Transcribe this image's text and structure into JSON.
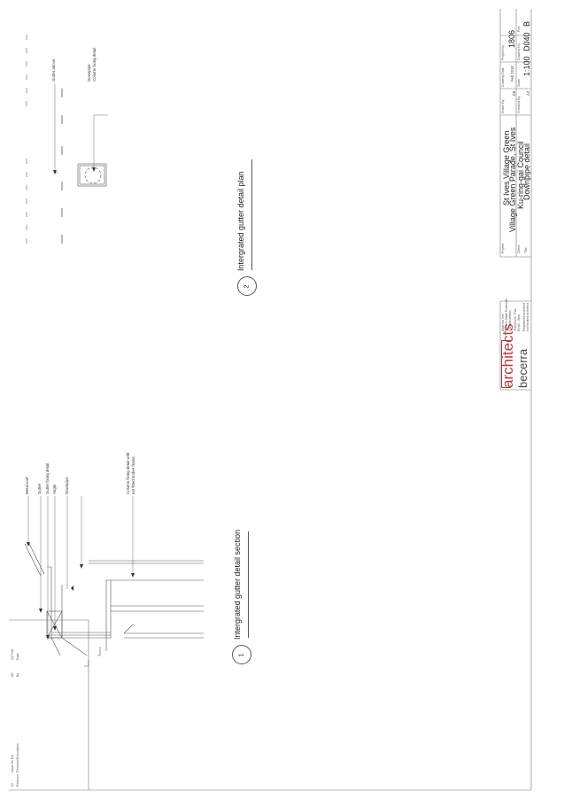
{
  "revisions": {
    "rev_label": "01",
    "rev_desc": "Issue for DA",
    "rev_by": "KE",
    "rev_date": "12/7/18",
    "col_revision": "Revision",
    "col_description": "Revision/Description",
    "col_by": "By",
    "col_date": "Date"
  },
  "detail1": {
    "number": "1",
    "title": "Intergrated gutter detail section",
    "labels": [
      "Metal roof",
      "Gutter",
      "Gutter fixing detail",
      "Angle",
      "Downpipe",
      "Column fixing detail with",
      "not fitted timber frame"
    ]
  },
  "detail2": {
    "number": "2",
    "title": "Intergrated gutter detail plan",
    "labels": [
      "Gutter above",
      "Downpipe",
      "Column fixing detail"
    ]
  },
  "logo": {
    "line1": "architects",
    "line2": "becerra"
  },
  "firm": {
    "lines": [
      "Address line",
      "Suburb State Postcode",
      "Contact details",
      "Telephone / Fax",
      "Email / Web",
      "Registered architect",
      "Nominated architect"
    ]
  },
  "titleblock": {
    "project_label": "Project",
    "project_line1": "St Ives Village Green",
    "project_line2": "Village Green Parade, St Ives",
    "client_label": "Client",
    "client": "Ku-ring-gai Council",
    "title_label": "Title",
    "title": "Downpipe detail",
    "drawn_label": "Drawn By",
    "drawn": "KE",
    "checked_label": "Checked By",
    "checked": "",
    "date_label": "Drawing Date",
    "date": "Feb 2018",
    "scale_label": "Scale",
    "scale": "1:100",
    "size": "A3",
    "projno_label": "Project No.",
    "projno": "1806",
    "dwgno_label": "Drawing No.",
    "dwgno": "D040",
    "rev_label": "Rev",
    "rev": "B"
  }
}
